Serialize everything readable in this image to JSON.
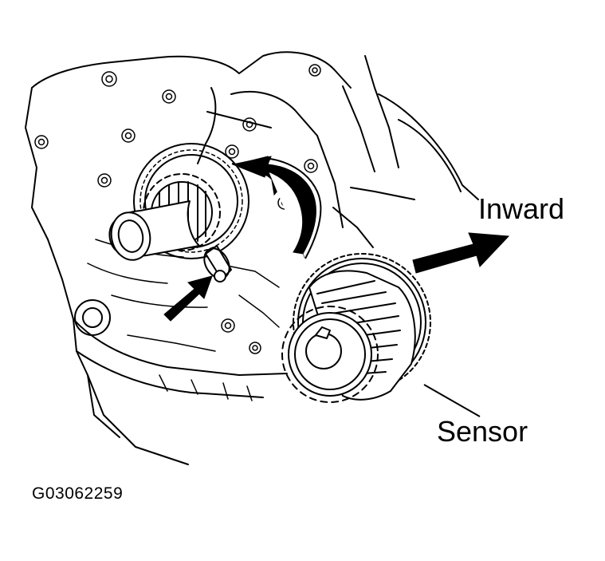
{
  "labels": {
    "inward": "Inward",
    "sensor": "Sensor",
    "figure_id": "G03062259"
  }
}
